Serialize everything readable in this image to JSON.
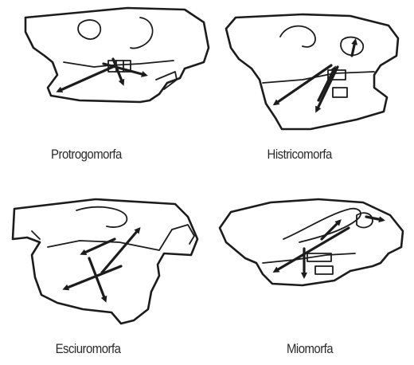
{
  "panels": [
    {
      "label": "Protrogomorfa"
    },
    {
      "label": "Histricomorfa"
    },
    {
      "label": "Esciuromorfa"
    },
    {
      "label": "Miomorfa"
    }
  ],
  "colors": {
    "ink": "#1c1c1c",
    "background": "#ffffff",
    "caption": "#2a2a2a"
  }
}
